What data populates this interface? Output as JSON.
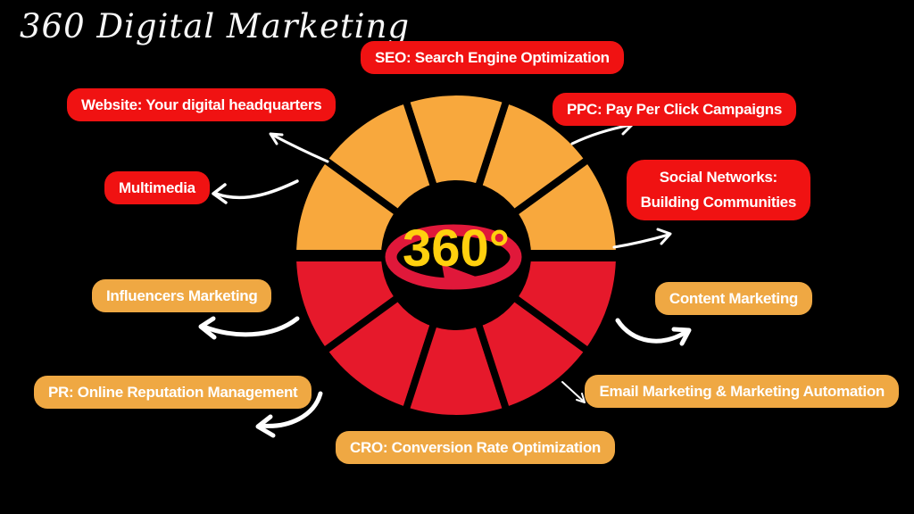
{
  "title": "360 Digital Marketing",
  "colors": {
    "background": "#000000",
    "wheel_top_orange": "#F8A83D",
    "wheel_bottom_red": "#E6192B",
    "pill_red": "#F01212",
    "pill_orange": "#EFA843",
    "center_text_yellow": "#FFD00E",
    "center_arrow_red": "#E0183A",
    "connector_arrow_white": "#FFFFFF",
    "label_text_white": "#FFFFFF"
  },
  "wheel": {
    "center_label": "360°",
    "top_segment_count": 5,
    "bottom_segment_count": 5
  },
  "labels": {
    "seo": {
      "text": "SEO: Search Engine Optimization"
    },
    "website": {
      "text": "Website: Your digital headquarters"
    },
    "ppc": {
      "text": "PPC: Pay Per Click Campaigns"
    },
    "multimedia": {
      "text": "Multimedia"
    },
    "social": {
      "line1": "Social Networks:",
      "line2": "Building Communities"
    },
    "influencers": {
      "text": "Influencers Marketing"
    },
    "content": {
      "text": "Content Marketing"
    },
    "pr": {
      "text": "PR: Online Reputation Management"
    },
    "email": {
      "text": "Email Marketing & Marketing Automation"
    },
    "cro": {
      "text": "CRO: Conversion Rate Optimization"
    }
  }
}
